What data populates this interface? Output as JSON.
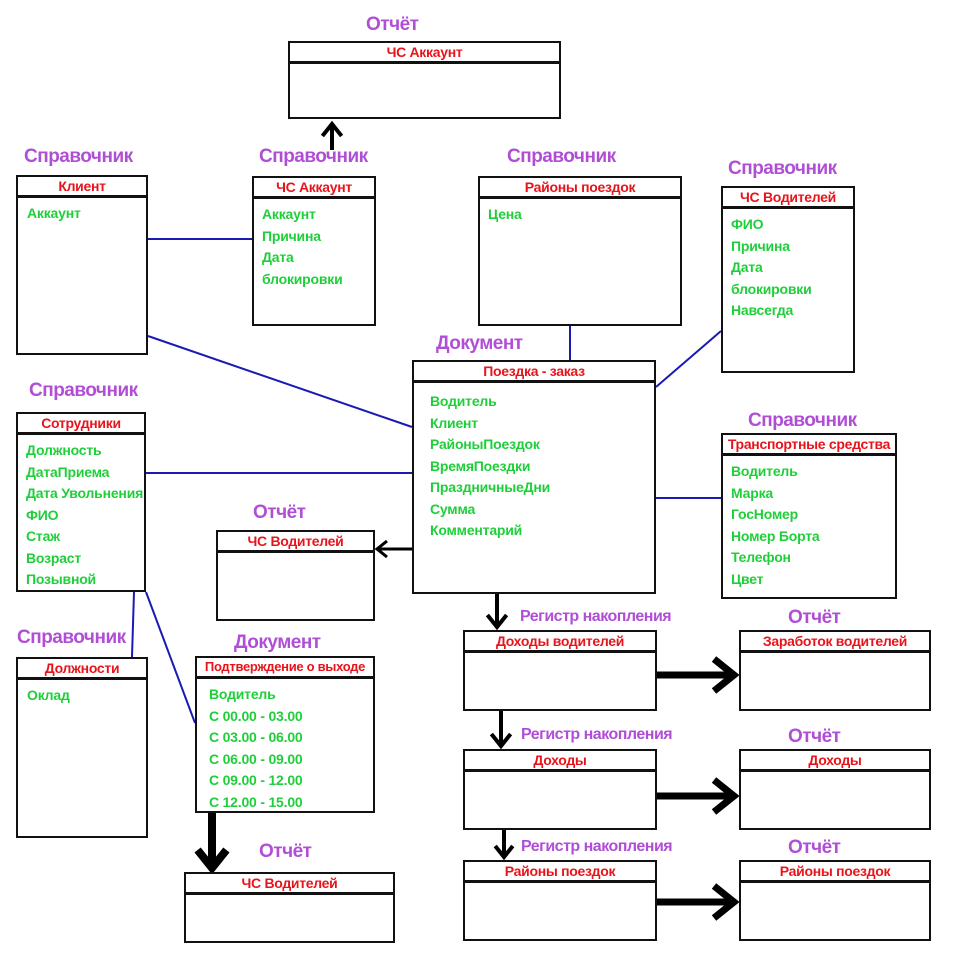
{
  "colors": {
    "kind_label": "#b04fd6",
    "entity_title": "#e8141b",
    "field": "#1fcf3a",
    "link_line": "#1a1ab4",
    "arrow": "#000000"
  },
  "kinds": {
    "report": "Отчёт",
    "catalog": "Справочник",
    "document": "Документ",
    "register": "Регистр накопления"
  },
  "entities": {
    "report_cs_account": {
      "kind": "Отчёт",
      "title": "ЧС Аккаунт",
      "fields": []
    },
    "catalog_client": {
      "kind": "Справочник",
      "title": "Клиент",
      "fields": [
        "Аккаунт"
      ]
    },
    "catalog_cs_account": {
      "kind": "Справочник",
      "title": "ЧС Аккаунт",
      "fields": [
        "Аккаунт",
        "Причина",
        "Дата",
        "блокировки"
      ]
    },
    "catalog_trip_districts": {
      "kind": "Справочник",
      "title": "Районы поездок",
      "fields": [
        "Цена"
      ]
    },
    "catalog_cs_drivers": {
      "kind": "Справочник",
      "title": "ЧС Водителей",
      "fields": [
        "ФИО",
        "Причина",
        "Дата",
        "блокировки",
        "Навсегда"
      ]
    },
    "doc_trip_order": {
      "kind": "Документ",
      "title": "Поездка - заказ",
      "fields": [
        "Водитель",
        "Клиент",
        "РайоныПоездок",
        "ВремяПоездки",
        "ПраздничныеДни",
        "Сумма",
        "Комментарий"
      ]
    },
    "catalog_employees": {
      "kind": "Справочник",
      "title": "Сотрудники",
      "fields": [
        "Должность",
        "ДатаПриема",
        "Дата Увольнения",
        "ФИО",
        "Стаж",
        "Возраст",
        "Позывной"
      ]
    },
    "catalog_vehicles": {
      "kind": "Справочник",
      "title": "Транспортные средства",
      "fields": [
        "Водитель",
        "Марка",
        "ГосНомер",
        "Номер Борта",
        "Телефон",
        "Цвет"
      ]
    },
    "report_cs_drivers_1": {
      "kind": "Отчёт",
      "title": "ЧС Водителей",
      "fields": []
    },
    "catalog_positions": {
      "kind": "Справочник",
      "title": "Должности",
      "fields": [
        "Оклад"
      ]
    },
    "doc_shift_confirm": {
      "kind": "Документ",
      "title": "Подтверждение о выходе",
      "fields": [
        "Водитель",
        "С 00.00 - 03.00",
        "С 03.00 - 06.00",
        "С 06.00 - 09.00",
        "С 09.00 - 12.00",
        "С 12.00 - 15.00"
      ]
    },
    "report_cs_drivers_2": {
      "kind": "Отчёт",
      "title": "ЧС Водителей",
      "fields": []
    },
    "reg_driver_income": {
      "kind": "Регистр накопления",
      "title": "Доходы водителей",
      "fields": []
    },
    "report_driver_earnings": {
      "kind": "Отчёт",
      "title": "Заработок водителей",
      "fields": []
    },
    "reg_income": {
      "kind": "Регистр накопления",
      "title": "Доходы",
      "fields": []
    },
    "report_income": {
      "kind": "Отчёт",
      "title": "Доходы",
      "fields": []
    },
    "reg_trip_districts": {
      "kind": "Регистр накопления",
      "title": "Районы поездок",
      "fields": []
    },
    "report_trip_districts": {
      "kind": "Отчёт",
      "title": "Районы поездок",
      "fields": []
    }
  },
  "links": [
    {
      "from": "catalog_client",
      "to": "catalog_cs_account",
      "type": "association"
    },
    {
      "from": "catalog_client",
      "to": "doc_trip_order",
      "type": "association"
    },
    {
      "from": "catalog_trip_districts",
      "to": "doc_trip_order",
      "type": "association"
    },
    {
      "from": "catalog_cs_drivers",
      "to": "doc_trip_order",
      "type": "association"
    },
    {
      "from": "catalog_employees",
      "to": "doc_trip_order",
      "type": "association"
    },
    {
      "from": "catalog_vehicles",
      "to": "doc_trip_order",
      "type": "association"
    },
    {
      "from": "catalog_employees",
      "to": "catalog_positions",
      "type": "association"
    },
    {
      "from": "catalog_employees",
      "to": "doc_shift_confirm",
      "type": "association"
    },
    {
      "from": "catalog_cs_account",
      "to": "report_cs_account",
      "type": "arrow"
    },
    {
      "from": "doc_trip_order",
      "to": "report_cs_drivers_1",
      "type": "arrow"
    },
    {
      "from": "doc_trip_order",
      "to": "reg_driver_income",
      "type": "arrow"
    },
    {
      "from": "reg_driver_income",
      "to": "reg_income",
      "type": "arrow"
    },
    {
      "from": "reg_income",
      "to": "reg_trip_districts",
      "type": "arrow"
    },
    {
      "from": "reg_driver_income",
      "to": "report_driver_earnings",
      "type": "arrow"
    },
    {
      "from": "reg_income",
      "to": "report_income",
      "type": "arrow"
    },
    {
      "from": "reg_trip_districts",
      "to": "report_trip_districts",
      "type": "arrow"
    },
    {
      "from": "doc_shift_confirm",
      "to": "report_cs_drivers_2",
      "type": "arrow"
    }
  ]
}
